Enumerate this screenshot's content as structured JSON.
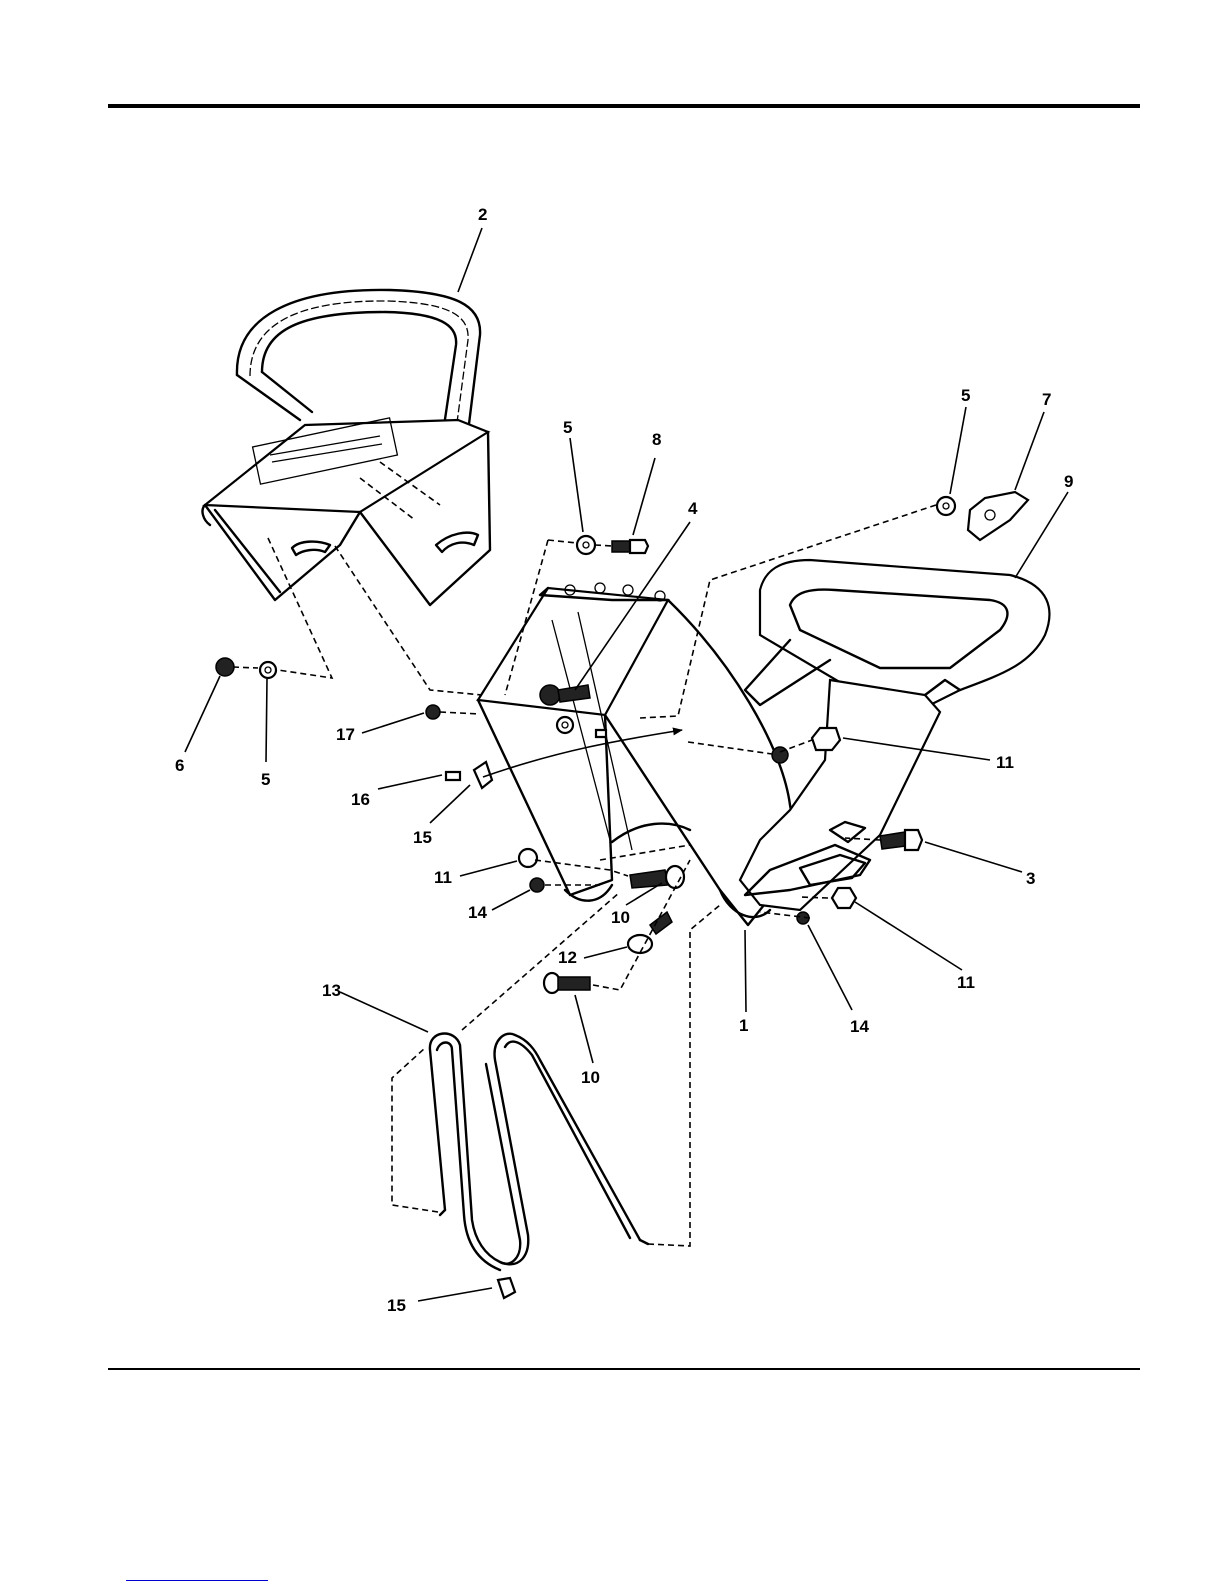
{
  "diagram": {
    "callouts": [
      "2",
      "5",
      "8",
      "4",
      "5",
      "7",
      "9",
      "6",
      "5",
      "17",
      "16",
      "15",
      "11",
      "14",
      "10",
      "12",
      "10",
      "13",
      "1",
      "14",
      "11",
      "3",
      "11",
      "15"
    ]
  }
}
